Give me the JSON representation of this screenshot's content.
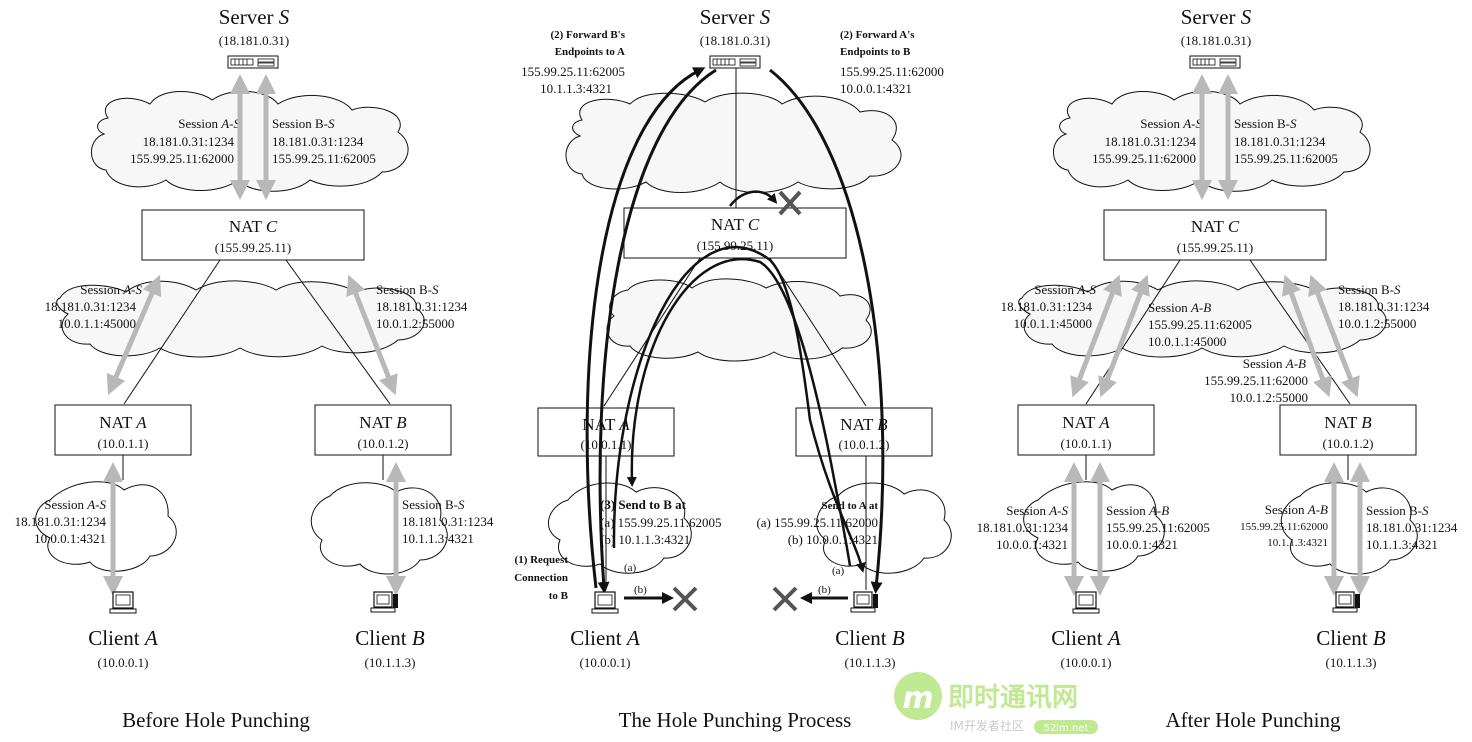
{
  "panels": {
    "left": {
      "caption": "Before Hole Punching",
      "server": {
        "name": "Server ",
        "var": "S",
        "ip": "(18.181.0.31)"
      },
      "sessions_top": [
        {
          "title": "Session ",
          "var": "A-S",
          "l1": "18.181.0.31:1234",
          "l2": "155.99.25.11:62000"
        },
        {
          "title": "Session B-",
          "var": "S",
          "l1": "18.181.0.31:1234",
          "l2": "155.99.25.11:62005"
        }
      ],
      "natc": {
        "name": "NAT ",
        "var": "C",
        "ip": "(155.99.25.11)"
      },
      "sessions_mid": [
        {
          "title": "Session ",
          "var": "A-S",
          "l1": "18.181.0.31:1234",
          "l2": "10.0.1.1:45000"
        },
        {
          "title": "Session B-",
          "var": "S",
          "l1": "18.181.0.31:1234",
          "l2": "10.0.1.2:55000"
        }
      ],
      "nata": {
        "name": "NAT ",
        "var": "A",
        "ip": "(10.0.1.1)"
      },
      "natb": {
        "name": "NAT ",
        "var": "B",
        "ip": "(10.0.1.2)"
      },
      "sessions_low": [
        {
          "title": "Session ",
          "var": "A-S",
          "l1": "18.181.0.31:1234",
          "l2": "10.0.0.1:4321"
        },
        {
          "title": "Session B-",
          "var": "S",
          "l1": "18.181.0.31:1234",
          "l2": "10.1.1.3:4321"
        }
      ],
      "clienta": {
        "name": "Client ",
        "var": "A",
        "ip": "(10.0.0.1)"
      },
      "clientb": {
        "name": "Client ",
        "var": "B",
        "ip": "(10.1.1.3)"
      }
    },
    "middle": {
      "caption": "The Hole Punching Process",
      "server": {
        "name": "Server ",
        "var": "S",
        "ip": "(18.181.0.31)"
      },
      "forward_b": {
        "l1": "(2) Forward B's",
        "l2": "Endpoints to A",
        "l3": "155.99.25.11:62005",
        "l4": "10.1.1.3:4321"
      },
      "forward_a": {
        "l1": "(2) Forward A's",
        "l2": "Endpoints to B",
        "l3": "155.99.25.11:62000",
        "l4": "10.0.0.1:4321"
      },
      "natc": {
        "name": "NAT ",
        "var": "C",
        "ip": "(155.99.25.11)"
      },
      "nata": {
        "name": "NAT ",
        "var": "A",
        "ip": "(10.0.1.1)"
      },
      "natb": {
        "name": "NAT ",
        "var": "B",
        "ip": "(10.0.1.2)"
      },
      "send_b": {
        "l1": "(3) Send to B at",
        "l2": "(a) 155.99.25.11:62005",
        "l3": "(b) 10.1.1.3:4321"
      },
      "send_a": {
        "l1": "Send to A at",
        "l2": "(a) 155.99.25.11:62000",
        "l3": "(b) 10.0.0.1:4321"
      },
      "request": {
        "l1": "(1) Request",
        "l2": "Connection",
        "l3": "to B"
      },
      "label_a": "(a)",
      "label_b": "(b)",
      "clienta": {
        "name": "Client ",
        "var": "A",
        "ip": "(10.0.0.1)"
      },
      "clientb": {
        "name": "Client ",
        "var": "B",
        "ip": "(10.1.1.3)"
      }
    },
    "right": {
      "caption": "After Hole Punching",
      "server": {
        "name": "Server ",
        "var": "S",
        "ip": "(18.181.0.31)"
      },
      "sessions_top": [
        {
          "title": "Session ",
          "var": "A-S",
          "l1": "18.181.0.31:1234",
          "l2": "155.99.25.11:62000"
        },
        {
          "title": "Session B-",
          "var": "S",
          "l1": "18.181.0.31:1234",
          "l2": "155.99.25.11:62005"
        }
      ],
      "natc": {
        "name": "NAT ",
        "var": "C",
        "ip": "(155.99.25.11)"
      },
      "sessions_mid": [
        {
          "title": "Session ",
          "var": "A-S",
          "l1": "18.181.0.31:1234",
          "l2": "10.0.1.1:45000"
        },
        {
          "title": "Session ",
          "var": "A-B",
          "l1": "155.99.25.11:62005",
          "l2": "10.0.1.1:45000"
        },
        {
          "title": "Session ",
          "var": "A-B",
          "l1": "155.99.25.11:62000",
          "l2": "10.0.1.2:55000"
        },
        {
          "title": "Session B-",
          "var": "S",
          "l1": "18.181.0.31:1234",
          "l2": "10.0.1.2:55000"
        }
      ],
      "nata": {
        "name": "NAT ",
        "var": "A",
        "ip": "(10.0.1.1)"
      },
      "natb": {
        "name": "NAT ",
        "var": "B",
        "ip": "(10.0.1.2)"
      },
      "sessions_low": [
        {
          "title": "Session ",
          "var": "A-S",
          "l1": "18.181.0.31:1234",
          "l2": "10.0.0.1:4321"
        },
        {
          "title": "Session ",
          "var": "A-B",
          "l1": "155.99.25.11:62005",
          "l2": "10.0.0.1:4321"
        },
        {
          "title": "Session ",
          "var": "A-B",
          "l1": "155.99.25.11:62000",
          "l2": "10.1.1.3:4321"
        },
        {
          "title": "Session B-",
          "var": "S",
          "l1": "18.181.0.31:1234",
          "l2": "10.1.1.3:4321"
        }
      ],
      "clienta": {
        "name": "Client ",
        "var": "A",
        "ip": "(10.0.0.1)"
      },
      "clientb": {
        "name": "Client ",
        "var": "B",
        "ip": "(10.1.1.3)"
      }
    }
  },
  "watermark": {
    "letter": "m",
    "cn": "即时通讯网",
    "sub": "IM开发者社区",
    "url": "52im.net"
  },
  "colors": {
    "arrow_gray": "#b8b8b8",
    "line": "#111111",
    "watermark": "#8fd63a"
  }
}
